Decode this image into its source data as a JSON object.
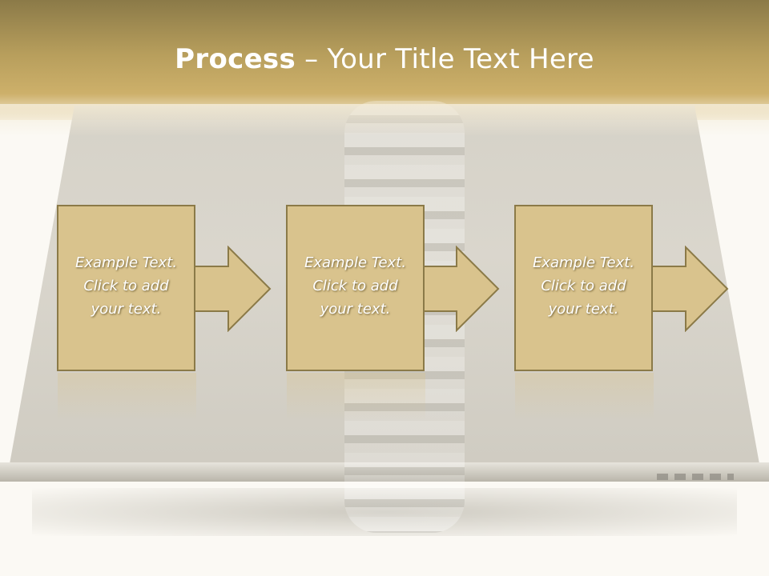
{
  "header": {
    "title_bold": "Process",
    "title_rest": " – Your Title Text Here"
  },
  "steps": [
    {
      "text": "Example Text.\nClick  to add\nyour text."
    },
    {
      "text": "Example Text.\nClick  to add\nyour text."
    },
    {
      "text": "Example Text.\nClick  to add\nyour text."
    }
  ],
  "colors": {
    "header_dark": "#8b7a48",
    "header_light": "#cdb06a",
    "box_fill": "#d9c38d",
    "box_border": "#8b7a48"
  }
}
